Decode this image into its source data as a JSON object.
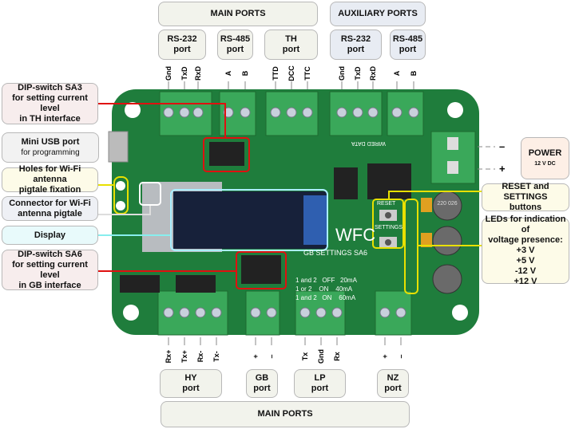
{
  "top": {
    "main_ports": "MAIN PORTS",
    "aux_ports": "AUXILIARY PORTS",
    "ports": [
      {
        "name": "RS-232",
        "sub": "port"
      },
      {
        "name": "RS-485",
        "sub": "port"
      },
      {
        "name": "TH",
        "sub": "port"
      },
      {
        "name": "RS-232",
        "sub": "port"
      },
      {
        "name": "RS-485",
        "sub": "port"
      }
    ],
    "pins": [
      "Gnd",
      "TxD",
      "RxD",
      "A",
      "B",
      "TTD",
      "DCC",
      "TTC",
      "Gnd",
      "TxD",
      "RxD",
      "A",
      "B"
    ]
  },
  "bottom": {
    "main_ports": "MAIN PORTS",
    "ports": [
      {
        "name": "HY",
        "sub": "port"
      },
      {
        "name": "GB",
        "sub": "port"
      },
      {
        "name": "LP",
        "sub": "port"
      },
      {
        "name": "NZ",
        "sub": "port"
      }
    ],
    "pins": [
      "Rx+",
      "Tx+",
      "Rx-",
      "Tx-",
      "+",
      "–",
      "Tx",
      "Gnd",
      "Rx",
      "+",
      "–"
    ]
  },
  "left": {
    "sa3": {
      "l1": "DIP-switch SA3",
      "l2": "for setting current level",
      "l3": "in TH interface"
    },
    "usb": {
      "l1": "Mini USB port",
      "l2": "for programming"
    },
    "holes": {
      "l1": "Holes for Wi-Fi antenna",
      "l2": "pigtale fixation"
    },
    "connector": {
      "l1": "Connector for Wi-Fi",
      "l2": "antenna pigtale"
    },
    "display": "Display",
    "sa6": {
      "l1": "DIP-switch SA6",
      "l2": "for setting current level",
      "l3": "in GB interface"
    }
  },
  "right": {
    "power": {
      "l1": "POWER",
      "l2": "12 V DC",
      "minus": "–",
      "plus": "+"
    },
    "reset": {
      "l1": "RESET and SETTINGS",
      "l2": "buttons"
    },
    "leds": {
      "l1": "LEDs for indication of",
      "l2": "voltage presence:",
      "v": [
        "+3 V",
        "+5 V",
        "-12 V",
        "+12 V"
      ]
    }
  },
  "board": {
    "logo": "WFC",
    "gb_title": "GB SETTINGS SA6",
    "gb_rows": [
      "1 and 2   OFF   20mA",
      "1 or 2    ON    40mA",
      "1 and 2   ON    60mA"
    ],
    "reset": "RESET",
    "settings": "SETTINGS",
    "inductor": "220 026",
    "wired": "WIRED DATA"
  }
}
